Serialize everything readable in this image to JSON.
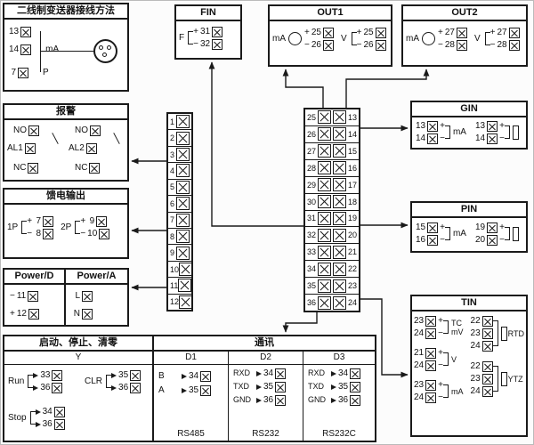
{
  "transmitter": {
    "title": "二线制变送器接线方法",
    "rows": [
      {
        "num": "13",
        "label": ""
      },
      {
        "num": "14",
        "label": "mA"
      },
      {
        "num": "7",
        "label": "P"
      }
    ]
  },
  "fin": {
    "title": "FIN",
    "source": "F",
    "rows": [
      {
        "num": "31",
        "sign": "+"
      },
      {
        "num": "32",
        "sign": "−"
      }
    ]
  },
  "out1": {
    "title": "OUT1",
    "groups": [
      {
        "label": "mA",
        "rows": [
          {
            "num": "25",
            "sign": "+"
          },
          {
            "num": "26",
            "sign": "−"
          }
        ]
      },
      {
        "label": "V",
        "rows": [
          {
            "num": "25",
            "sign": "+"
          },
          {
            "num": "26",
            "sign": "−"
          }
        ]
      }
    ]
  },
  "out2": {
    "title": "OUT2",
    "groups": [
      {
        "label": "mA",
        "rows": [
          {
            "num": "27",
            "sign": "+"
          },
          {
            "num": "28",
            "sign": "−"
          }
        ]
      },
      {
        "label": "V",
        "rows": [
          {
            "num": "27",
            "sign": "+"
          },
          {
            "num": "28",
            "sign": "−"
          }
        ]
      }
    ]
  },
  "alarm": {
    "title": "报警",
    "groups": [
      {
        "name": "AL1",
        "no": "NO",
        "nc": "NC"
      },
      {
        "name": "AL2",
        "no": "NO",
        "nc": "NC"
      }
    ]
  },
  "feed": {
    "title": "馈电输出",
    "groups": [
      {
        "name": "1P",
        "rows": [
          {
            "num": "7",
            "sign": "+"
          },
          {
            "num": "8",
            "sign": "−"
          }
        ]
      },
      {
        "name": "2P",
        "rows": [
          {
            "num": "9",
            "sign": "+"
          },
          {
            "num": "10",
            "sign": "−"
          }
        ]
      }
    ]
  },
  "power_d": {
    "title": "Power/D",
    "rows": [
      {
        "num": "11",
        "sign": "−"
      },
      {
        "num": "12",
        "sign": "+"
      }
    ]
  },
  "power_a": {
    "title": "Power/A",
    "rows": [
      {
        "num": "L"
      },
      {
        "num": "N"
      }
    ]
  },
  "gin": {
    "title": "GIN",
    "left": {
      "label": "mA",
      "rows": [
        {
          "num": "13",
          "sign": "+"
        },
        {
          "num": "14",
          "sign": "−"
        }
      ]
    },
    "right": {
      "rows": [
        {
          "num": "13",
          "sign": "+"
        },
        {
          "num": "14",
          "sign": "−"
        }
      ]
    }
  },
  "pin": {
    "title": "PIN",
    "left": {
      "label": "mA",
      "rows": [
        {
          "num": "15",
          "sign": "+"
        },
        {
          "num": "16",
          "sign": "−"
        }
      ]
    },
    "right": {
      "rows": [
        {
          "num": "19",
          "sign": "+"
        },
        {
          "num": "20",
          "sign": "−"
        }
      ]
    }
  },
  "tin": {
    "title": "TIN",
    "left_groups": [
      {
        "label1": "TC",
        "label2": "mV",
        "rows": [
          {
            "num": "23",
            "sign": "+"
          },
          {
            "num": "24",
            "sign": "−"
          }
        ]
      },
      {
        "label1": "V",
        "label2": "",
        "rows": [
          {
            "num": "21",
            "sign": "+"
          },
          {
            "num": "24",
            "sign": "−"
          }
        ]
      },
      {
        "label1": "mA",
        "label2": "",
        "rows": [
          {
            "num": "23",
            "sign": "+"
          },
          {
            "num": "24",
            "sign": "−"
          }
        ]
      }
    ],
    "right_groups": [
      {
        "label": "RTD",
        "rows": [
          {
            "num": "22"
          },
          {
            "num": "23"
          },
          {
            "num": "24"
          }
        ]
      },
      {
        "label": "YTZ",
        "rows": [
          {
            "num": "22"
          },
          {
            "num": "23"
          },
          {
            "num": "24"
          }
        ]
      }
    ]
  },
  "control": {
    "title": "启动、停止、清零",
    "column": "Y",
    "groups": [
      {
        "name": "Run",
        "rows": [
          {
            "num": "33"
          },
          {
            "num": "36"
          }
        ]
      },
      {
        "name": "CLR",
        "rows": [
          {
            "num": "35"
          },
          {
            "num": "36"
          }
        ]
      },
      {
        "name": "Stop",
        "rows": [
          {
            "num": "34"
          },
          {
            "num": "36"
          }
        ]
      }
    ]
  },
  "comm": {
    "title": "通讯",
    "channels": [
      {
        "name": "D1",
        "proto": "RS485",
        "rows": [
          {
            "label": "B",
            "num": "34"
          },
          {
            "label": "A",
            "num": "35"
          }
        ]
      },
      {
        "name": "D2",
        "proto": "RS232",
        "rows": [
          {
            "label": "RXD",
            "num": "34"
          },
          {
            "label": "TXD",
            "num": "35"
          },
          {
            "label": "GND",
            "num": "36"
          }
        ]
      },
      {
        "name": "D3",
        "proto": "RS232C",
        "rows": [
          {
            "label": "RXD",
            "num": "34"
          },
          {
            "label": "TXD",
            "num": "35"
          },
          {
            "label": "GND",
            "num": "36"
          }
        ]
      }
    ]
  },
  "strip_left": {
    "terminals": [
      "1",
      "2",
      "3",
      "4",
      "5",
      "6",
      "7",
      "8",
      "9",
      "10",
      "11",
      "12"
    ]
  },
  "strip_right": {
    "left_terminals": [
      "25",
      "26",
      "27",
      "28",
      "29",
      "30",
      "31",
      "32",
      "33",
      "34",
      "35",
      "36"
    ],
    "right_terminals": [
      "13",
      "14",
      "15",
      "16",
      "17",
      "18",
      "19",
      "20",
      "21",
      "22",
      "23",
      "24"
    ]
  }
}
